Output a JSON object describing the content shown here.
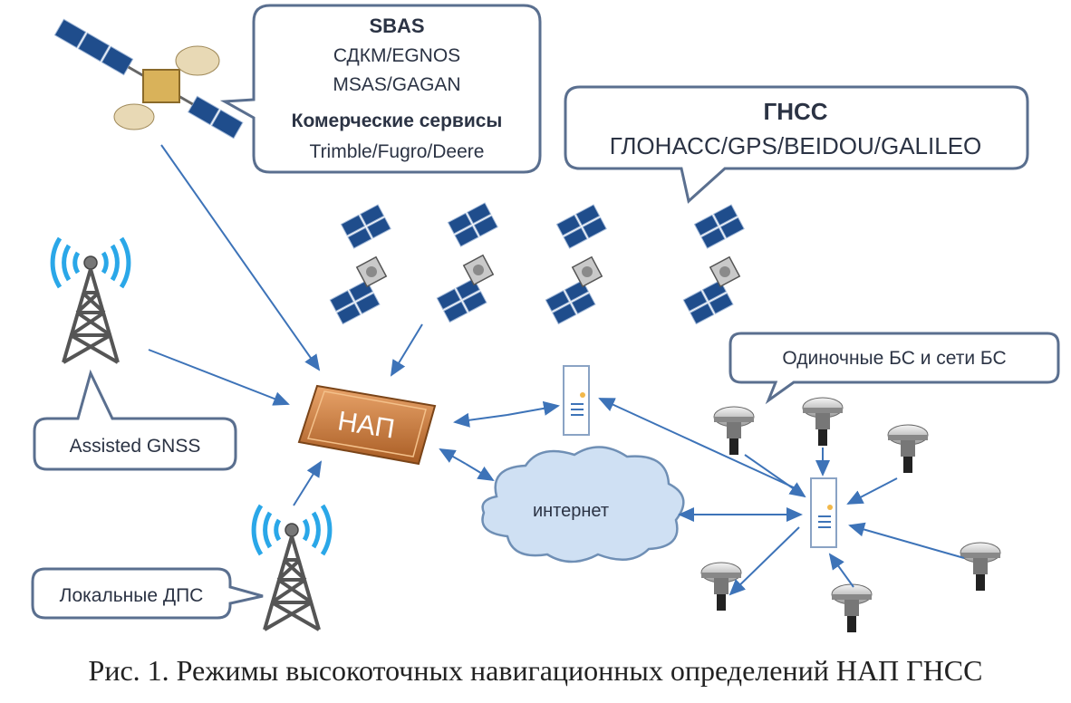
{
  "sbas_box": {
    "title": "SBAS",
    "line1": "СДКМ/EGNOS",
    "line2": "MSAS/GAGAN",
    "subtitle": "Комерческие сервисы",
    "line3": "Trimble/Fugro/Deere"
  },
  "gnss_box": {
    "title": "ГНСС",
    "systems": "ГЛОНАСС/GPS/BEIDOU/GALILEO"
  },
  "base_stations_label": "Одиночные БС и  сети БС",
  "assisted_label": "Assisted GNSS",
  "local_label": "Локальные ДПС",
  "receiver_label": "НАП",
  "internet_label": "интернет",
  "caption": "Рис. 1. Режимы высокоточных навигационных определений НАП ГНСС",
  "colors": {
    "arrow": "#3d73b8",
    "bubble_border": "#5a6f8f",
    "receiver": "#c77a3d",
    "panel": "#1f4d8c",
    "wave": "#2aa7e8",
    "cloud": "#cfe0f3"
  }
}
